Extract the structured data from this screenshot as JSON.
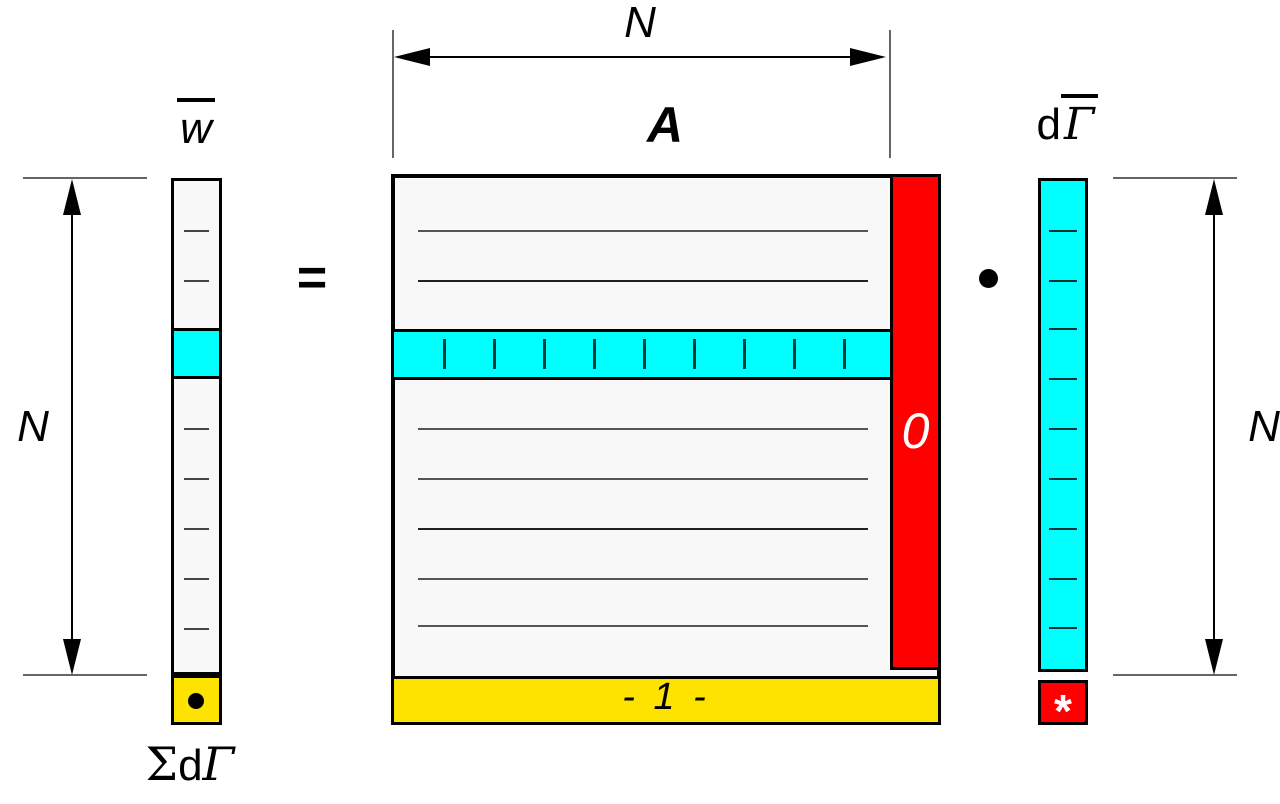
{
  "colors": {
    "cyan": "#00FFFF",
    "red": "#FF0000",
    "yellow": "#FFE300",
    "panel_background": "#F8F8F8",
    "line_black": "#000000",
    "extension_line_gray": "#666666"
  },
  "labels": {
    "top_dimension": "N",
    "left_dimension": "N",
    "right_dimension": "N",
    "equals_sign": "=",
    "multiply_dot": "•"
  },
  "w_vector": {
    "title": "w",
    "bottom_sum": {
      "sigma": "Σ",
      "d": "d",
      "gamma": "Γ"
    }
  },
  "matrix_a": {
    "title": "A",
    "zero_column_text": "0",
    "minus_one_row_text": "- 1 -"
  },
  "gamma_vector": {
    "title_d": "d",
    "title_gamma": "Γ",
    "star_cell_text": "*"
  }
}
